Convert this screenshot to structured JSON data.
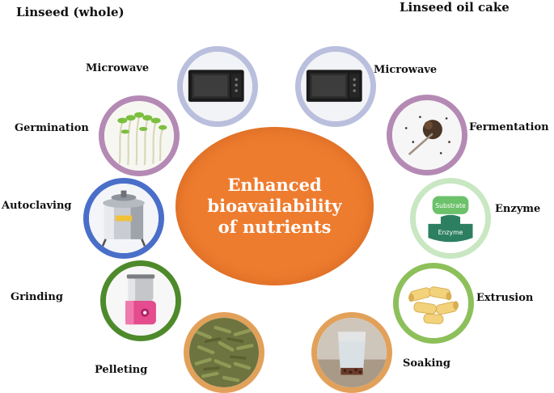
{
  "headings": {
    "left": "Linseed (whole)",
    "right": "Linseed oil cake"
  },
  "center": {
    "line1": "Enhanced",
    "line2": "bioavailability",
    "line3": "of nutrients",
    "color": "#ee7c2f"
  },
  "left_methods": [
    {
      "label": "Microwave",
      "icon": "microwave-icon",
      "ring_color": "#b9bfdc"
    },
    {
      "label": "Germination",
      "icon": "sprouts-icon",
      "ring_color": "#b48ab4"
    },
    {
      "label": "Autoclaving",
      "icon": "autoclave-icon",
      "ring_color": "#4a6fc9"
    },
    {
      "label": "Grinding",
      "icon": "grinder-icon",
      "ring_color": "#4e8a2b"
    },
    {
      "label": "Pelleting",
      "icon": "pellets-icon",
      "ring_color": "#e2a15a"
    }
  ],
  "right_methods": [
    {
      "label": "Microwave",
      "icon": "microwave-icon",
      "ring_color": "#b9bfdc"
    },
    {
      "label": "Fermentation",
      "icon": "fermentation-icon",
      "ring_color": "#b48ab4"
    },
    {
      "label": "Enzyme",
      "icon": "enzyme-icon",
      "ring_color": "#c9e7c2"
    },
    {
      "label": "Extrusion",
      "icon": "pasta-icon",
      "ring_color": "#8dc05a"
    },
    {
      "label": "Soaking",
      "icon": "soaking-glass-icon",
      "ring_color": "#e2a15a"
    }
  ],
  "enzyme": {
    "substrate": "Substrate",
    "enzyme": "Enzyme"
  }
}
